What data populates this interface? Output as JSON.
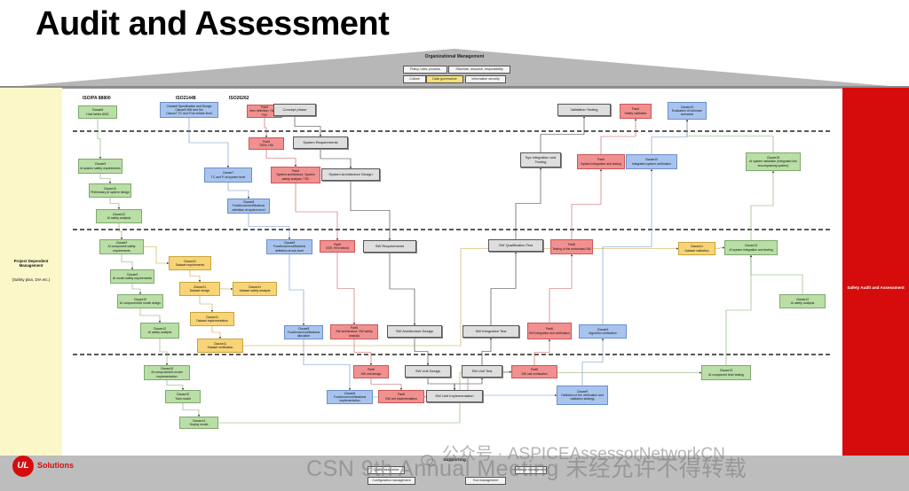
{
  "title": "Audit and Assessment",
  "organizational": {
    "label": "Organizational Management",
    "items": [
      {
        "text": "Policy, rules, process",
        "color": "#f4f4f4"
      },
      {
        "text": "Structure, resource, responsibility",
        "color": "#f4f4f4"
      },
      {
        "text": "Culture",
        "color": "#f4f4f4"
      },
      {
        "text": "Data governance",
        "color": "#f6e27a"
      },
      {
        "text": "Information security",
        "color": "#f4f4f4"
      }
    ]
  },
  "left_panel": {
    "title": "Project Dependent Management",
    "subtitle": "(Safety plan, DIA etc.)",
    "color": "#fcf7c9"
  },
  "right_panel": {
    "label": "Safety Audit and Assessment",
    "color": "#d60c0c"
  },
  "standards": [
    "ISO/PA 88800",
    "ISO21448",
    "ISO26262"
  ],
  "boxes": [
    {
      "id": "b1",
      "color": "green",
      "text": "Clause8\nHold tables 8001"
    },
    {
      "id": "b2",
      "color": "blue",
      "text": "Clause6 Specification and Design\nClause5 HW and Sw\nClause7 TC and FI at vehicle level"
    },
    {
      "id": "b3",
      "color": "red",
      "text": "Part4\nItem definition, HARA, FSC"
    },
    {
      "id": "b4",
      "color": "grey",
      "text": "Concept phase"
    },
    {
      "id": "b5",
      "color": "grey",
      "text": "Validation Testing"
    },
    {
      "id": "b6",
      "color": "red",
      "text": "Part4\nSafety validation"
    },
    {
      "id": "b7",
      "color": "blue",
      "text": "Clause10\nEvaluation of unknown scenarios"
    },
    {
      "id": "b8",
      "color": "red",
      "text": "Part4\nTSRs, HSI"
    },
    {
      "id": "b9",
      "color": "grey",
      "text": "System Requirements"
    },
    {
      "id": "b10",
      "color": "grey",
      "text": "Sys Integration and Testing"
    },
    {
      "id": "b11",
      "color": "red",
      "text": "Part4\nSystem integration and testing"
    },
    {
      "id": "b12",
      "color": "blue",
      "text": "Clause10\nIntegrated system verification"
    },
    {
      "id": "b13",
      "color": "green",
      "text": "Clause15\nAI system validation (integrated into encompassing system)"
    },
    {
      "id": "b14",
      "color": "green",
      "text": "Clause9\nAI system safety requirements"
    },
    {
      "id": "b15",
      "color": "blue",
      "text": "Clause7\nTC and FI at system level"
    },
    {
      "id": "b16",
      "color": "red",
      "text": "Part4\nSystem architecture, System safety analysis, TSC"
    },
    {
      "id": "b17",
      "color": "grey",
      "text": "System Architecture Design"
    },
    {
      "id": "b18",
      "color": "green",
      "text": "Clause10\nPreliminary AI system design"
    },
    {
      "id": "b19",
      "color": "blue",
      "text": "Clause8\nFunctional modifications definition at system level"
    },
    {
      "id": "b20",
      "color": "green",
      "text": "Clause12\nAI safety analysis"
    },
    {
      "id": "b21",
      "color": "green",
      "text": "Clause9\nAI component safety requirements"
    },
    {
      "id": "b22",
      "color": "blue",
      "text": "Clause8\nFunctional modifications definition at sub-level"
    },
    {
      "id": "b23",
      "color": "red",
      "text": "Part6\nSSR, HSI refined"
    },
    {
      "id": "b24",
      "color": "grey",
      "text": "SW Requirements"
    },
    {
      "id": "b25",
      "color": "grey",
      "text": "SW Qualification Test"
    },
    {
      "id": "b26",
      "color": "red",
      "text": "Part6\nTesting of the embedded SW"
    },
    {
      "id": "b27",
      "color": "yellow",
      "text": "Clause11\nDataset validation"
    },
    {
      "id": "b28",
      "color": "green",
      "text": "Clause13\nAI system integration and testing"
    },
    {
      "id": "b29",
      "color": "yellow",
      "text": "Clause11\nDataset requirements"
    },
    {
      "id": "b30",
      "color": "green",
      "text": "Clause9\nAI model safety requirements"
    },
    {
      "id": "b31",
      "color": "yellow",
      "text": "Clause11\nDataset design"
    },
    {
      "id": "b32",
      "color": "yellow",
      "text": "Clause11\nDataset safety analysis"
    },
    {
      "id": "b33",
      "color": "green",
      "text": "Clause10\nAI component/AI model design"
    },
    {
      "id": "b34",
      "color": "green",
      "text": "Clause12\nAI safety analysis"
    },
    {
      "id": "b35",
      "color": "yellow",
      "text": "Clause11\nDataset implementation"
    },
    {
      "id": "b36",
      "color": "blue",
      "text": "Clause8\nFunctional modifications allocation"
    },
    {
      "id": "b37",
      "color": "red",
      "text": "Part6\nSW architecture, SW safety analysis"
    },
    {
      "id": "b38",
      "color": "grey",
      "text": "SW Architecture Design"
    },
    {
      "id": "b39",
      "color": "grey",
      "text": "SW Integration Test"
    },
    {
      "id": "b40",
      "color": "red",
      "text": "Part6\nSW integration and verification"
    },
    {
      "id": "b41",
      "color": "blue",
      "text": "Clause9\nAlgorithm verification"
    },
    {
      "id": "b42",
      "color": "yellow",
      "text": "Clause11\nDataset verification"
    },
    {
      "id": "b43",
      "color": "green",
      "text": "Clause12\nAI safety analysis"
    },
    {
      "id": "b44",
      "color": "green",
      "text": "Clause10\nAI component/AI model implementation"
    },
    {
      "id": "b45",
      "color": "red",
      "text": "Part6\nSW unit design"
    },
    {
      "id": "b46",
      "color": "grey",
      "text": "SW Unit Design"
    },
    {
      "id": "b47",
      "color": "grey",
      "text": "SW Unit Test"
    },
    {
      "id": "b48",
      "color": "red",
      "text": "Part6\nSW unit verification"
    },
    {
      "id": "b49",
      "color": "green",
      "text": "Clause13\nAI component level testing"
    },
    {
      "id": "b50",
      "color": "green",
      "text": "Clause10\nTrain model"
    },
    {
      "id": "b51",
      "color": "blue",
      "text": "Clause8\nFunctional modifications implementation"
    },
    {
      "id": "b52",
      "color": "red",
      "text": "Part6\nSW unit implementation"
    },
    {
      "id": "b53",
      "color": "grey",
      "text": "SW Unit Implementation"
    },
    {
      "id": "b54",
      "color": "blue",
      "text": "Clause9\nDefinition of the verification and validation strategy"
    },
    {
      "id": "b55",
      "color": "green",
      "text": "Clause14\nDeploy model"
    }
  ],
  "supporting": {
    "label": "Supporting",
    "items": [
      {
        "text": "Quality assurance",
        "color": "#f4f4f4"
      },
      {
        "text": "Change management",
        "color": "#f4f4f4"
      },
      {
        "text": "Configuration management",
        "color": "#f4f4f4"
      },
      {
        "text": "Tool management",
        "color": "#f4f4f4"
      }
    ]
  },
  "logo": {
    "text": "Solutions",
    "mark": "UL",
    "color": "#d60c0c"
  },
  "watermark": {
    "top": "公众号 · ASPICEAssessorNetworkCN",
    "main": "CSN 9th Annual Meeting 未经允许不得转载"
  }
}
